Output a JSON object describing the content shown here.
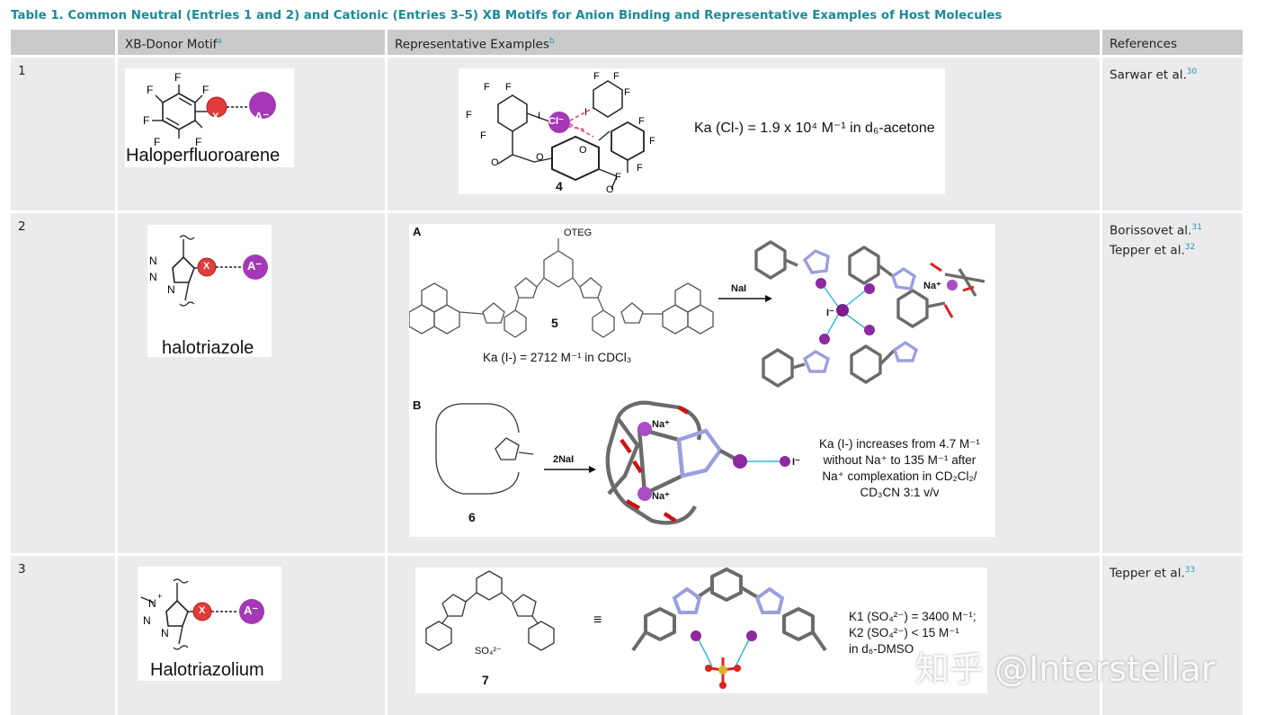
{
  "caption": "Table 1.  Common Neutral (Entries 1 and 2) and Cationic (Entries 3–5) XB Motifs for Anion Binding and Representative Examples of Host Molecules",
  "headers": {
    "col1": "",
    "col2": "XB-Donor Motif",
    "col2_sup": "a",
    "col3": "Representative Examples",
    "col3_sup": "b",
    "col4": "References"
  },
  "rows": [
    {
      "num": "1",
      "motif_name": "Haloperfluoroarene",
      "compound": "4",
      "ka_text": "Ka (Cl-) = 1.9 x 10⁴ M⁻¹ in d₆-acetone",
      "refs": [
        {
          "name": "Sarwar et al.",
          "sup": "30"
        }
      ]
    },
    {
      "num": "2",
      "motif_name": "halotriazole",
      "panel_a": "A",
      "panel_b": "B",
      "compound_a": "5",
      "compound_b": "6",
      "oteg": "OTEG",
      "reagent_a": "NaI",
      "reagent_b": "2NaI",
      "ka_a": "Ka (I-) = 2712 M⁻¹ in CDCl₃",
      "ka_b_lines": [
        "Ka (I-) increases from 4.7 M⁻¹",
        "without Na⁺ to 135 M⁻¹ after",
        "Na⁺ complexation in CD₂Cl₂/",
        "CD₃CN 3:1 v/v"
      ],
      "refs": [
        {
          "name": "Borissovet al.",
          "sup": "31"
        },
        {
          "name": "Tepper et al.",
          "sup": "32"
        }
      ]
    },
    {
      "num": "3",
      "motif_name": "Halotriazolium",
      "compound": "7",
      "counterion": "SO₄²⁻",
      "equiv": "≡",
      "k_lines": [
        "K1 (SO₄²⁻) = 3400 M⁻¹;",
        "K2 (SO₄²⁻) < 15 M⁻¹",
        "in d₆-DMSO"
      ],
      "refs": [
        {
          "name": "Tepper et al.",
          "sup": "33"
        }
      ]
    }
  ],
  "atoms": {
    "x": "X",
    "anion": "A⁻",
    "chloride": "Cl⁻",
    "iodide": "I⁻",
    "sodium": "Na⁺"
  },
  "watermark": "知乎 @Interstellar",
  "colors": {
    "caption": "#1e8a9a",
    "header_bg": "#c9cacc",
    "cell_bg": "#ebebed",
    "halogen_red": "#e23b3b",
    "anion_purple": "#a438b6",
    "bond_gray": "#6b6b6b",
    "nitrogen_blue": "#9aa0de",
    "halogen_bond_cyan": "#2fb8d2"
  }
}
